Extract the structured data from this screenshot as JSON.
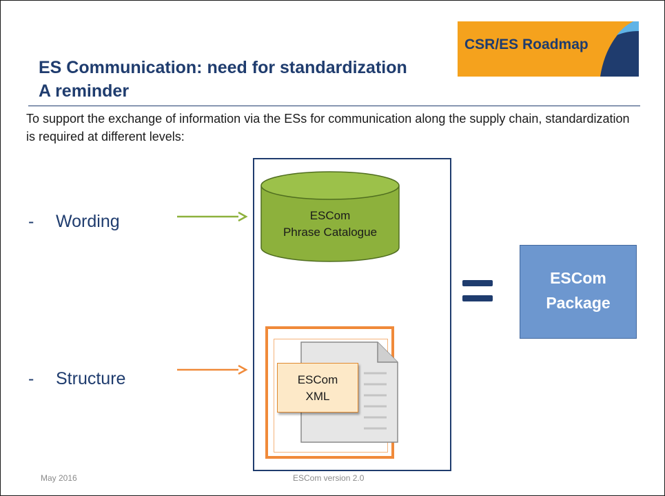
{
  "slide": {
    "title_line1": "ES Communication: need for standardization",
    "title_line2": "A reminder",
    "logo_text": "CSR/ES Roadmap",
    "intro": "To support the exchange of information via the ESs for communication along the supply chain, standardization is required at different levels:",
    "bullets": [
      {
        "dash": "-",
        "label": "Wording"
      },
      {
        "dash": "-",
        "label": "Structure"
      }
    ],
    "catalogue": {
      "line1": "ESCom",
      "line2": "Phrase Catalogue"
    },
    "xml": {
      "line1": "ESCom",
      "line2": "XML"
    },
    "package": {
      "line1": "ESCom",
      "line2": "Package"
    },
    "footer_left": "May 2016",
    "footer_center": "ESCom version 2.0"
  },
  "colors": {
    "title": "#1f3c6e",
    "logo_bg": "#f5a21d",
    "green": "#8db13c",
    "orange": "#f08a3a",
    "package": "#6d97cf"
  }
}
